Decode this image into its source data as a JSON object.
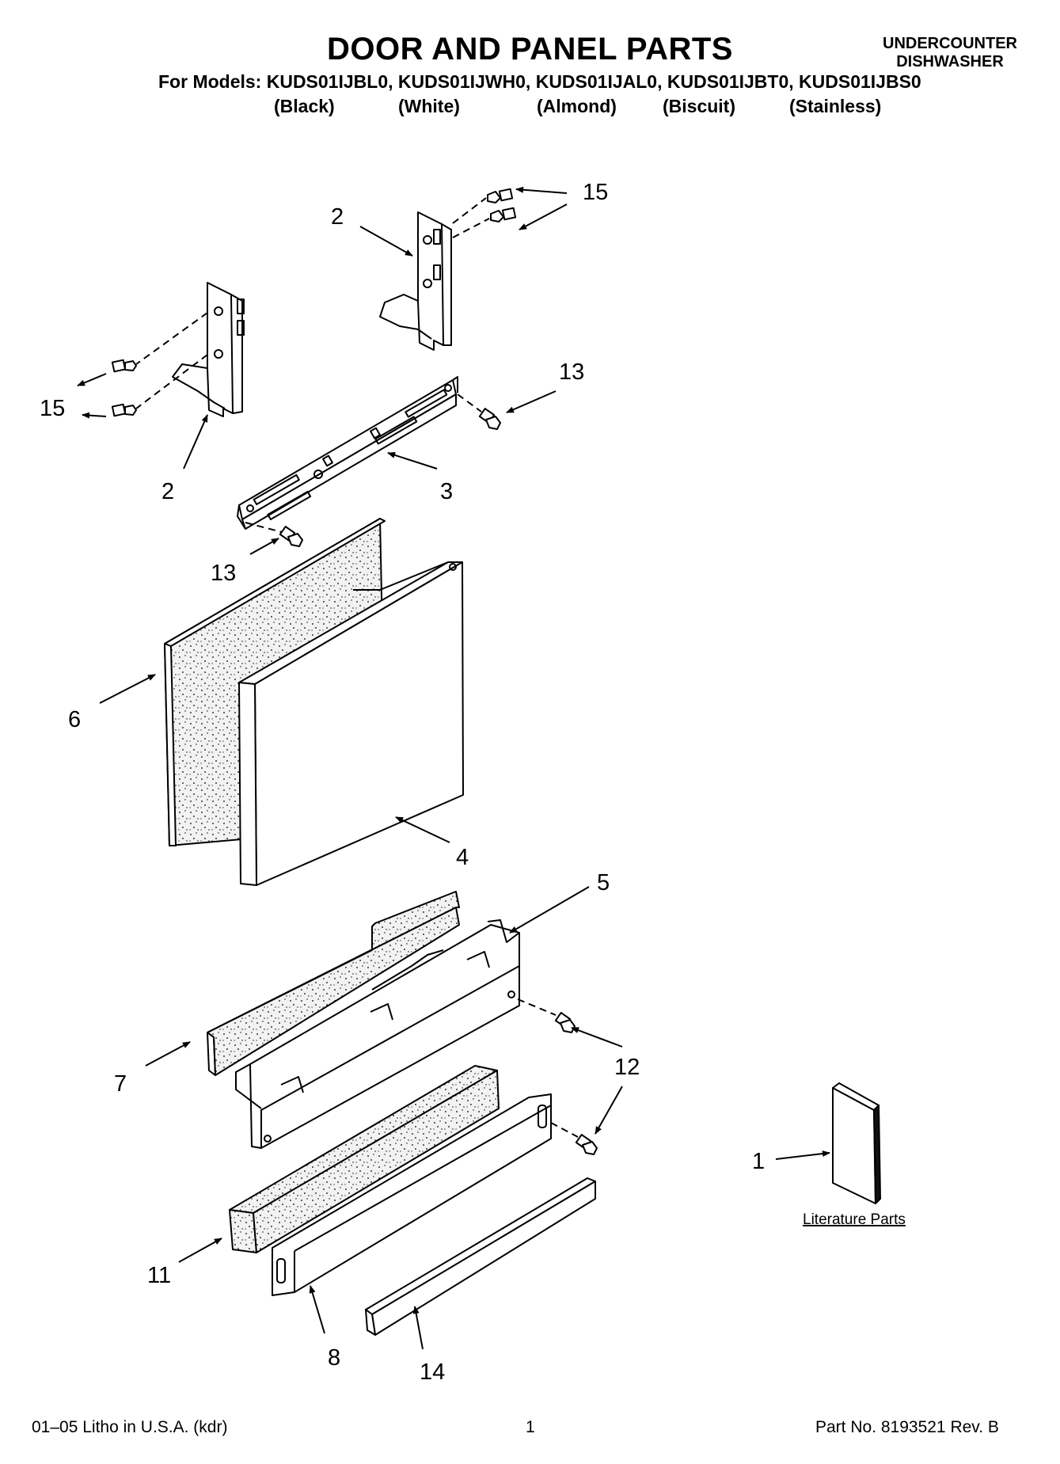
{
  "header": {
    "title": "DOOR AND PANEL PARTS",
    "category_line1": "UNDERCOUNTER",
    "category_line2": "DISHWASHER",
    "models_line": "For Models: KUDS01IJBL0, KUDS01IJWH0, KUDS01IJAL0, KUDS01IJBT0, KUDS01IJBS0",
    "colors": [
      "(Black)",
      "(White)",
      "(Almond)",
      "(Biscuit)",
      "(Stainless)"
    ]
  },
  "callouts": {
    "c15_top": "15",
    "c2_top": "2",
    "c15_left": "15",
    "c2_left": "2",
    "c13_right": "13",
    "c3": "3",
    "c13_left": "13",
    "c6": "6",
    "c4": "4",
    "c5": "5",
    "c7": "7",
    "c12": "12",
    "c1": "1",
    "c11": "11",
    "c8": "8",
    "c14": "14"
  },
  "literature_label": "Literature Parts",
  "footer": {
    "litho": "01–05 Litho in U.S.A. (kdr)",
    "page": "1",
    "part_no": "Part No. 8193521 Rev. B"
  },
  "colors": {
    "ink": "#000000",
    "paper": "#ffffff",
    "foam": "#f2f2f2"
  }
}
